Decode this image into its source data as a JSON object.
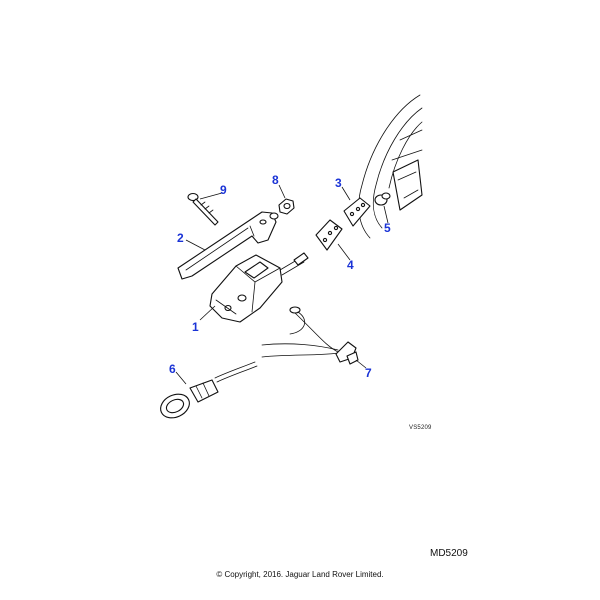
{
  "diagram": {
    "reference_code": "VS5209",
    "drawing_number": "MD5209",
    "copyright": "© Copyright, 2016. Jaguar Land Rover Limited.",
    "colors": {
      "callout": "#1a33d6",
      "line": "#111111",
      "background": "#ffffff"
    },
    "callouts": [
      {
        "id": "1",
        "label": "1"
      },
      {
        "id": "2",
        "label": "2"
      },
      {
        "id": "3",
        "label": "3"
      },
      {
        "id": "4",
        "label": "4"
      },
      {
        "id": "5",
        "label": "5"
      },
      {
        "id": "6",
        "label": "6"
      },
      {
        "id": "7",
        "label": "7"
      },
      {
        "id": "8",
        "label": "8"
      },
      {
        "id": "9",
        "label": "9"
      }
    ]
  }
}
